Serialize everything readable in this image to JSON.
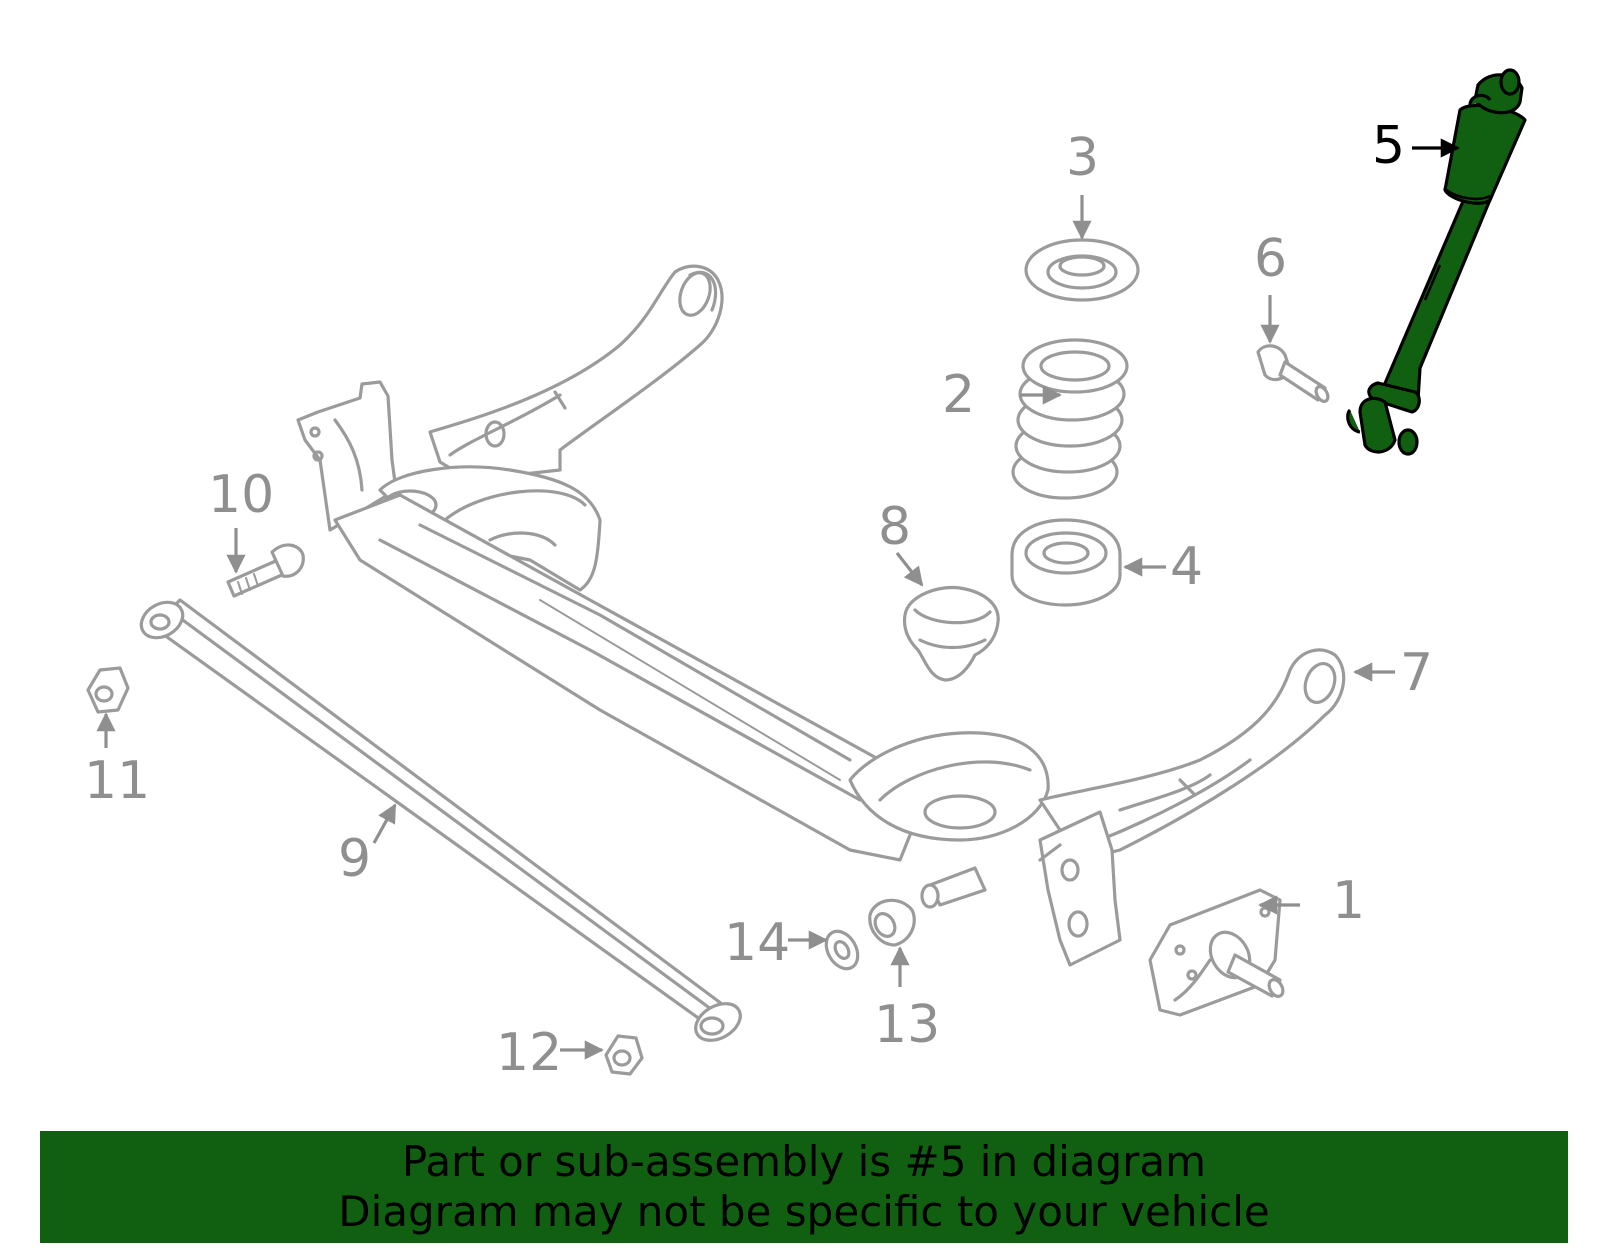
{
  "diagram": {
    "highlight_color": "#116011",
    "part_color": "#9b9b9b",
    "highlighted_part": "5",
    "callouts": [
      "1",
      "2",
      "3",
      "4",
      "5",
      "6",
      "7",
      "8",
      "9",
      "10",
      "11",
      "12",
      "13",
      "14"
    ]
  },
  "banner": {
    "line1": "Part or sub-assembly is #5 in diagram",
    "line2": "Diagram may not be specific to your vehicle"
  }
}
